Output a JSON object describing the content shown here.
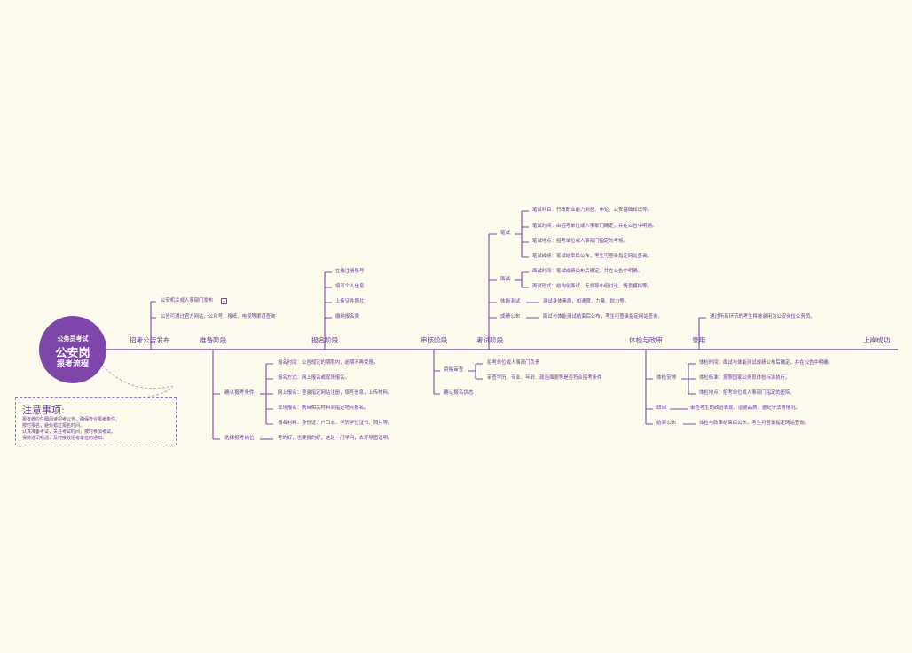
{
  "root": {
    "line1": "公务员考试",
    "line2": "公安岗",
    "line3": "报考流程"
  },
  "notes": {
    "title": "注意事项:",
    "lines": [
      "报考者应仔细阅读招考公告，确保符合报考条件。",
      "按时报名，避免错过报名时间。",
      "认真准备考试，关注考试时间，按时参加考试。",
      "保持通讯畅通，及时接收招考单位的通知。"
    ]
  },
  "stages": [
    "招考公告发布",
    "准备阶段",
    "报名阶段",
    "审核阶段",
    "考试阶段",
    "体检与政审",
    "录用",
    "上岸成功"
  ],
  "announce": [
    "公安机关或人事部门发布",
    "公告可通过官方网站、公众号、报纸、电视等渠道查询"
  ],
  "prepare": {
    "confirm": "确认报考条件",
    "confirm_items": [
      "报名时间：公告规定的期限内，逾期不再受理。",
      "报名方式：网上报名或现场报名。",
      "网上报名：登录指定网站注册，填写信息，上传材料。",
      "现场报名：携带相关材料到指定地点报名。",
      "报名材料：身份证、户口本、学历学位证书、照片等。"
    ],
    "choose": "选择报考岗位",
    "choose_item": "考的好，也要报的好，这是一门学问，去开导图说明。"
  },
  "register": [
    "在线注册账号",
    "填写个人信息",
    "上传证件照片",
    "缴纳报名费"
  ],
  "review": {
    "qual": "资格审查",
    "qual_items": [
      "招考单位或人事部门负责",
      "审查学历、专业、年龄、政治面貌等是否符合招考条件"
    ],
    "confirm": "确认报名状态"
  },
  "exam": {
    "written": "笔试",
    "written_items": [
      "笔试科目：行政职业能力测验、申论、公安基础知识等。",
      "笔试时间：由招考单位或人事部门确定，并在公告中明确。",
      "笔试地点：招考单位或人事部门指定的考场。",
      "笔试成绩：笔试结束后公布，考生可登录指定网站查询。"
    ],
    "interview": "面试",
    "interview_items": [
      "面试时间：笔试成绩公布后确定，并在公告中明确。",
      "面试形式：结构化面试、无领导小组讨论、情景模拟等。"
    ],
    "fitness": "体能测试",
    "fitness_item": "测试身体素质，如速度、力量、耐力等。",
    "score": "成绩公布",
    "score_item": "面试与体能测试结束后公布，考生可登录指定网站查询。"
  },
  "physical": {
    "arrange": "体检安排",
    "arrange_items": [
      "体检时间：面试与体能测试成绩公布后确定，并在公告中明确。",
      "体检标准：按照国家公务员体检标准执行。",
      "体检地点：招考单位或人事部门指定的医院。"
    ],
    "political": "政审",
    "political_item": "审查考生的政治表现、道德品质、遵纪守法等情况。",
    "result": "结果公布",
    "result_item": "体检与政审结束后公布，考生可登录指定网站查询。"
  },
  "hire": [
    "通过所有环节的考生将被录用为公安岗位公务员。"
  ]
}
